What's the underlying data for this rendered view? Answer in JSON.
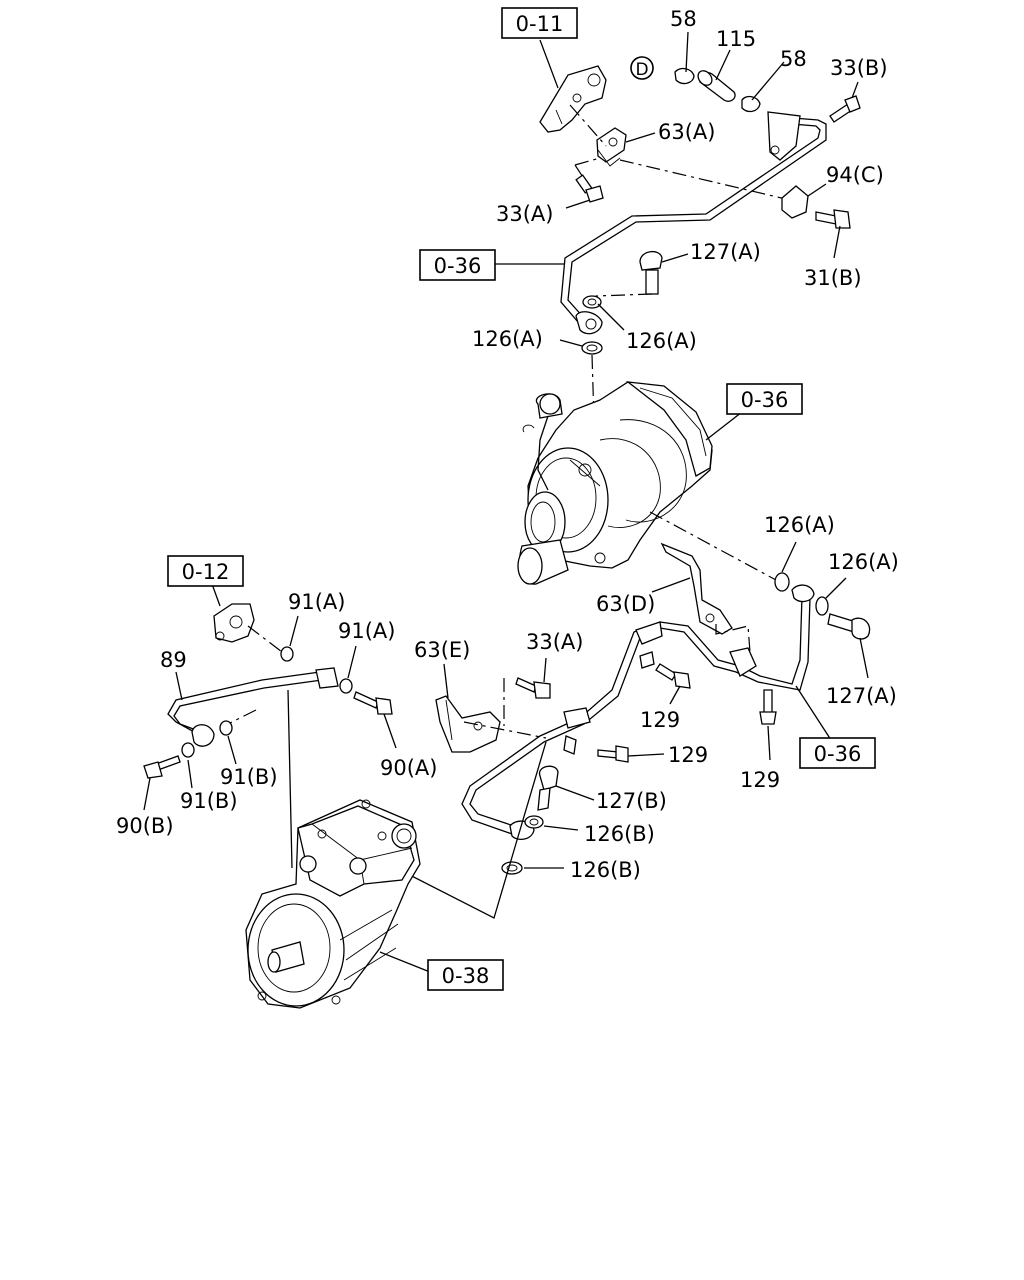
{
  "refs": {
    "r011": "0-11",
    "r036_top": "0-36",
    "r036_turbo": "0-36",
    "r012": "0-12",
    "r036_bottom": "0-36",
    "r038": "0-38"
  },
  "callouts": {
    "c58a": "58",
    "c115": "115",
    "c58b": "58",
    "c33b": "33(B)",
    "c63a": "63(A)",
    "c94c": "94(C)",
    "c33a_top": "33(A)",
    "c31b": "31(B)",
    "c127a_top": "127(A)",
    "c126a_l": "126(A)",
    "c126a_r": "126(A)",
    "c126a_mid": "126(A)",
    "c126a_right": "126(A)",
    "c63d": "63(D)",
    "c127a_right": "127(A)",
    "c91a_1": "91(A)",
    "c91a_2": "91(A)",
    "c89": "89",
    "c63e": "63(E)",
    "c33a_mid": "33(A)",
    "c129_a": "129",
    "c129_b": "129",
    "c129_c": "129",
    "c90a": "90(A)",
    "c91b_1": "91(B)",
    "c91b_2": "91(B)",
    "c90b": "90(B)",
    "c127b": "127(B)",
    "c126b_1": "126(B)",
    "c126b_2": "126(B)"
  },
  "markers": {
    "d_letter": "D"
  }
}
